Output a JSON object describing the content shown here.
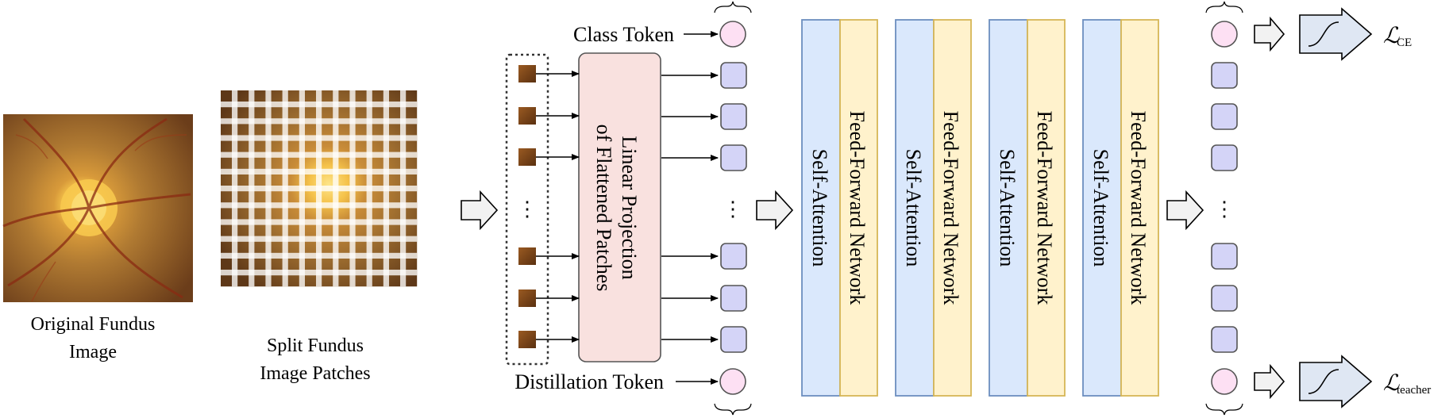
{
  "labels": {
    "original_image": [
      "Original Fundus",
      "Image"
    ],
    "split_patches": [
      "Split Fundus",
      "Image Patches"
    ],
    "class_token": "Class Token",
    "distillation_token": "Distillation Token",
    "projection": [
      "Linear Projection",
      "of Flattened Patches"
    ],
    "ellipsis": "⋮",
    "loss_ce_main": "ℒ",
    "loss_ce_sub": "CE",
    "loss_teacher_main": "ℒ",
    "loss_teacher_sub": "teacher"
  },
  "transformer_blocks": [
    {
      "attention": "Self-Attention",
      "ffn": "Feed-Forward Network"
    },
    {
      "attention": "Self-Attention",
      "ffn": "Feed-Forward Network"
    },
    {
      "attention": "Self-Attention",
      "ffn": "Feed-Forward Network"
    },
    {
      "attention": "Self-Attention",
      "ffn": "Feed-Forward Network"
    }
  ],
  "colors": {
    "token_special": "#fde0f3",
    "token_patch": "#d4d4f7",
    "projection_fill": "#f9e1df",
    "attention_fill": "#dae8fc",
    "attention_stroke": "#6c8ebf",
    "ffn_fill": "#fff2cc",
    "ffn_stroke": "#d6b656",
    "head_fill": "#dfe7f3",
    "fundus_dark": "#6b3d1a",
    "fundus_mid": "#a8702e",
    "disc": "#f5c24a"
  },
  "icons": [
    "block-arrow-icon",
    "sigmoid-head-icon",
    "brace-icon",
    "patch-thumbnail"
  ]
}
